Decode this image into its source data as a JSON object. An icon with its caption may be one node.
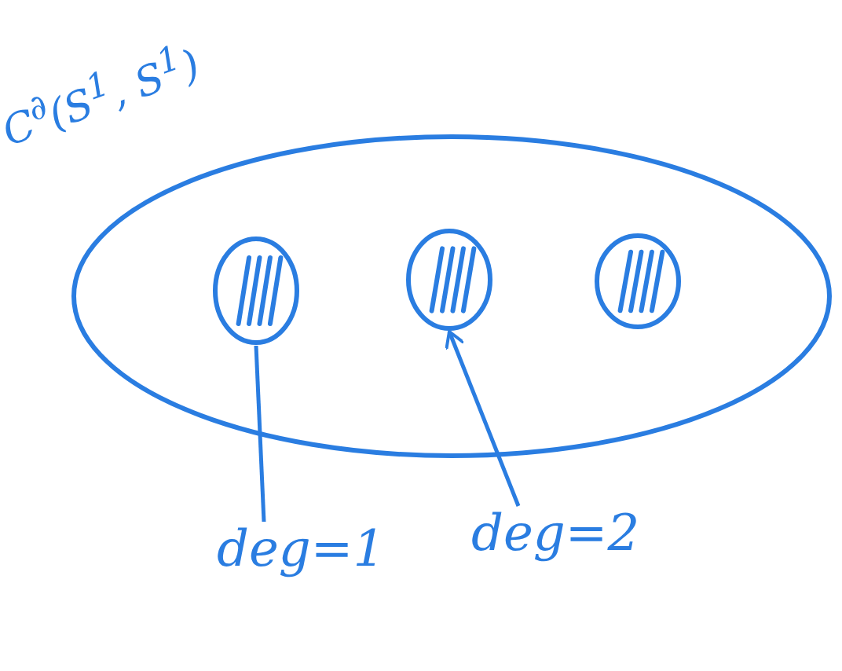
{
  "diagram": {
    "nodes": [
      {
        "text": [
          "C$^{∂}$(S$^{1}$, S$^{1}$)"
        ]
      },
      {
        "text": [],
        "shape": "circle",
        "in": 0
      },
      {
        "text": [],
        "shape": "circle",
        "in": 0
      },
      {
        "text": [],
        "shape": "circle",
        "in": 0
      },
      {
        "text": [
          "deg=1"
        ]
      },
      {
        "text": [
          "deg=2"
        ]
      }
    ],
    "edges": [
      {
        "from": 4,
        "to": 1,
        "arrow": "none"
      },
      {
        "from": 5,
        "to": 2,
        "arrow": "to"
      }
    ]
  }
}
